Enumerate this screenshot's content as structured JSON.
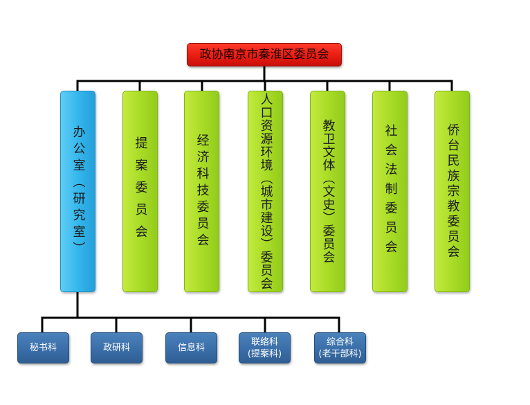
{
  "root": {
    "label": "政协南京市秦淮区委员会"
  },
  "columns": [
    {
      "label": "办公室（研究室）",
      "color": "#35b7ec"
    },
    {
      "label": "提案委员会",
      "color": "#a9dc27"
    },
    {
      "label": "经济科技委员会",
      "color": "#a9dc27"
    },
    {
      "label": "人口资源环境（城市建设）委员会",
      "color": "#a9dc27"
    },
    {
      "label": "教卫文体（文史）委员会",
      "color": "#a9dc27"
    },
    {
      "label": "社会法制委员会",
      "color": "#a9dc27"
    },
    {
      "label": "侨台民族宗教委员会",
      "color": "#a9dc27"
    }
  ],
  "sections": [
    {
      "line1": "秘书科",
      "line2": ""
    },
    {
      "line1": "政研科",
      "line2": ""
    },
    {
      "line1": "信息科",
      "line2": ""
    },
    {
      "line1": "联络科",
      "line2": "(提案科)"
    },
    {
      "line1": "综合科",
      "line2": "(老干部科)"
    }
  ],
  "colors": {
    "root": "#e81d12",
    "leaf": "#3a6ea8",
    "connector": "#000000"
  }
}
